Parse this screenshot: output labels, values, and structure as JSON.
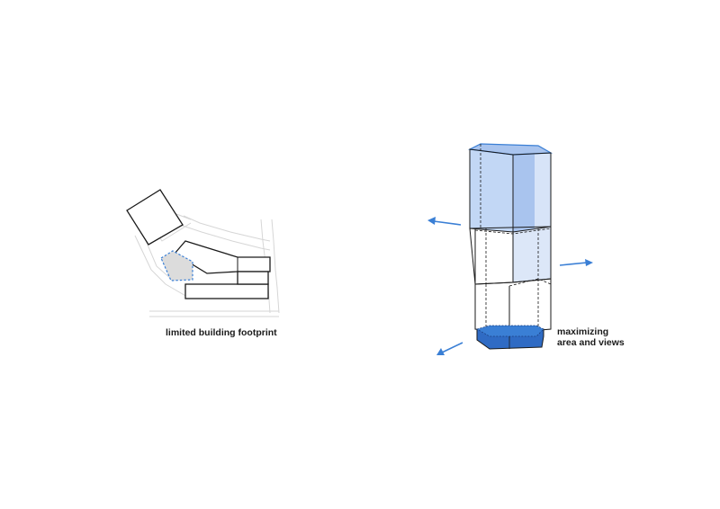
{
  "left_diagram": {
    "caption": "limited building footprint"
  },
  "right_diagram": {
    "caption_line1": "maximizing",
    "caption_line2": "area and views"
  },
  "colors": {
    "accent_blue": "#3a7fd5",
    "light_blue": "#bcd3f4",
    "pale_blue": "#dce7f8",
    "dark_blue": "#2f6bc4",
    "footprint_grey": "#dcdcdc",
    "site_lines": "#d6d6d6",
    "outline": "#1a1a1a"
  }
}
